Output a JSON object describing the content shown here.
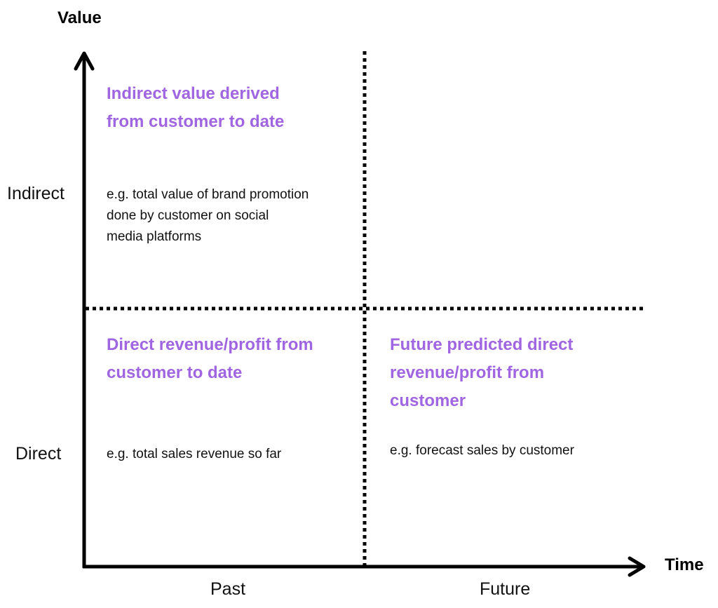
{
  "axes": {
    "y_title": "Value",
    "x_title": "Time",
    "y_labels": [
      "Indirect",
      "Direct"
    ],
    "x_labels": [
      "Past",
      "Future"
    ]
  },
  "quadrants": {
    "indirect_past": {
      "title_lines": [
        "Indirect value derived",
        "from customer to date"
      ],
      "example_lines": [
        "e.g. total value of brand promotion",
        "done by customer on social",
        "media platforms"
      ]
    },
    "direct_past": {
      "title_lines": [
        "Direct revenue/profit from",
        "customer to date"
      ],
      "example_lines": [
        "e.g. total sales revenue so far"
      ]
    },
    "direct_future": {
      "title_lines": [
        "Future predicted direct",
        "revenue/profit from",
        "customer"
      ],
      "example_lines": [
        "e.g. forecast sales by customer"
      ]
    }
  },
  "colors": {
    "title_accent": "#a065e0",
    "axis": "#000000",
    "text": "#111111"
  },
  "icons": [
    "arrow-up-icon",
    "arrow-right-icon"
  ]
}
